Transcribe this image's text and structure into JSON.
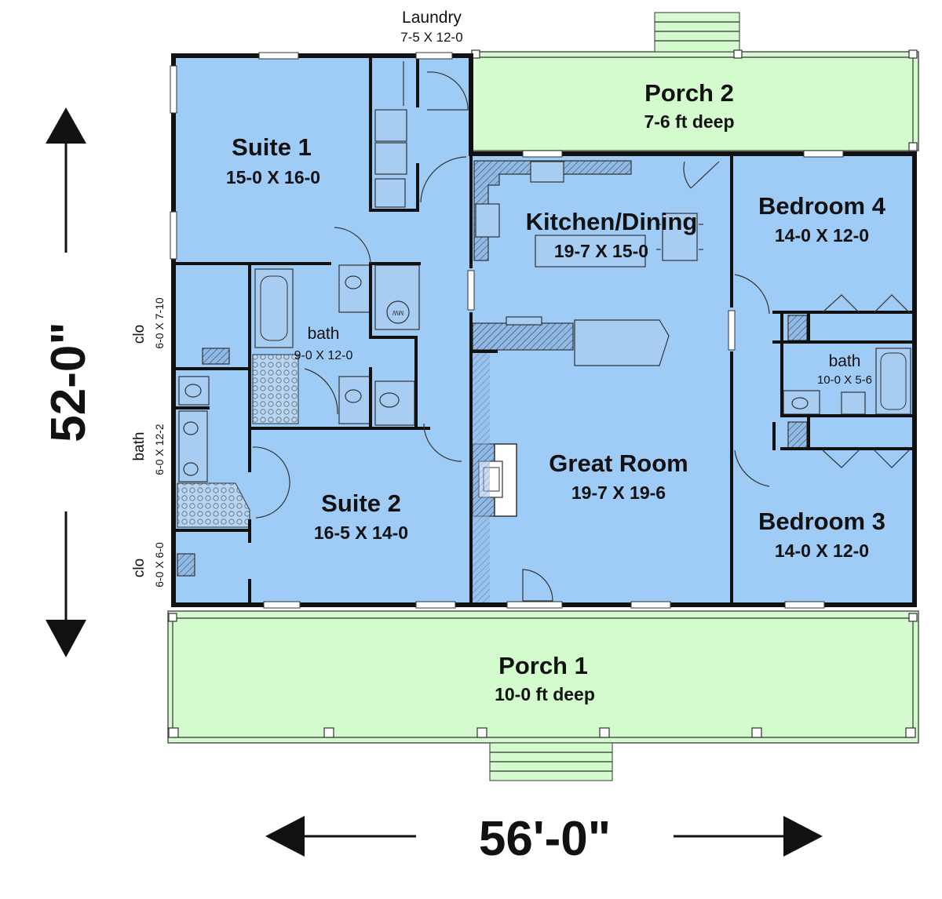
{
  "colors": {
    "interior": "#9fcbf7",
    "porch": "#d4fbce",
    "wall": "#111111",
    "background": "#ffffff"
  },
  "rooms": {
    "laundry": {
      "name": "Laundry",
      "dim": "7-5 X 12-0"
    },
    "porch2": {
      "name": "Porch 2",
      "dim": "7-6 ft deep"
    },
    "suite1": {
      "name": "Suite 1",
      "dim": "15-0 X 16-0"
    },
    "kitchen": {
      "name": "Kitchen/Dining",
      "dim": "19-7 X 15-0"
    },
    "bedroom4": {
      "name": "Bedroom 4",
      "dim": "14-0 X 12-0"
    },
    "bath_suite1": {
      "name": "bath",
      "dim": "9-0 X 12-0"
    },
    "bath_bedrooms": {
      "name": "bath",
      "dim": "10-0 X 5-6"
    },
    "clo1": {
      "name": "clo",
      "dim": "6-0 X 7-10"
    },
    "bath_suite2": {
      "name": "bath",
      "dim": "6-0 X 12-2"
    },
    "clo2": {
      "name": "clo",
      "dim": "6-0 X 6-0"
    },
    "great_room": {
      "name": "Great Room",
      "dim": "19-7 X 19-6"
    },
    "suite2": {
      "name": "Suite 2",
      "dim": "16-5 X 14-0"
    },
    "bedroom3": {
      "name": "Bedroom 3",
      "dim": "14-0 X 12-0"
    },
    "porch1": {
      "name": "Porch 1",
      "dim": "10-0 ft deep"
    }
  },
  "dimensions": {
    "depth": "52-0\"",
    "width": "56'-0\""
  },
  "fixtures": {
    "microwave_label": "MW"
  }
}
